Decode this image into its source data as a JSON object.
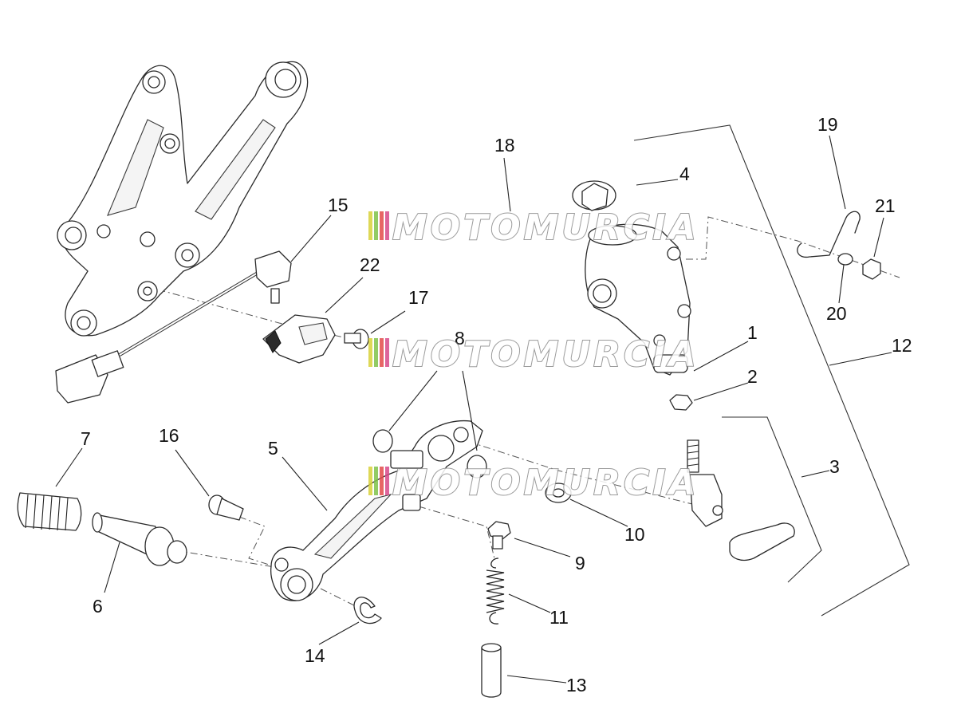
{
  "watermark": {
    "text": "MOTOMURCIA",
    "stripe_colors": [
      "#d9d23a",
      "#7fc24a",
      "#e34b4b",
      "#d84a8a"
    ]
  },
  "callouts": [
    {
      "label": "1"
    },
    {
      "label": "2"
    },
    {
      "label": "3"
    },
    {
      "label": "4"
    },
    {
      "label": "5"
    },
    {
      "label": "6"
    },
    {
      "label": "7"
    },
    {
      "label": "8"
    },
    {
      "label": "9"
    },
    {
      "label": "10"
    },
    {
      "label": "11"
    },
    {
      "label": "12"
    },
    {
      "label": "13"
    },
    {
      "label": "14"
    },
    {
      "label": "15"
    },
    {
      "label": "16"
    },
    {
      "label": "17"
    },
    {
      "label": "18"
    },
    {
      "label": "19"
    },
    {
      "label": "20"
    },
    {
      "label": "21"
    },
    {
      "label": "22"
    }
  ]
}
